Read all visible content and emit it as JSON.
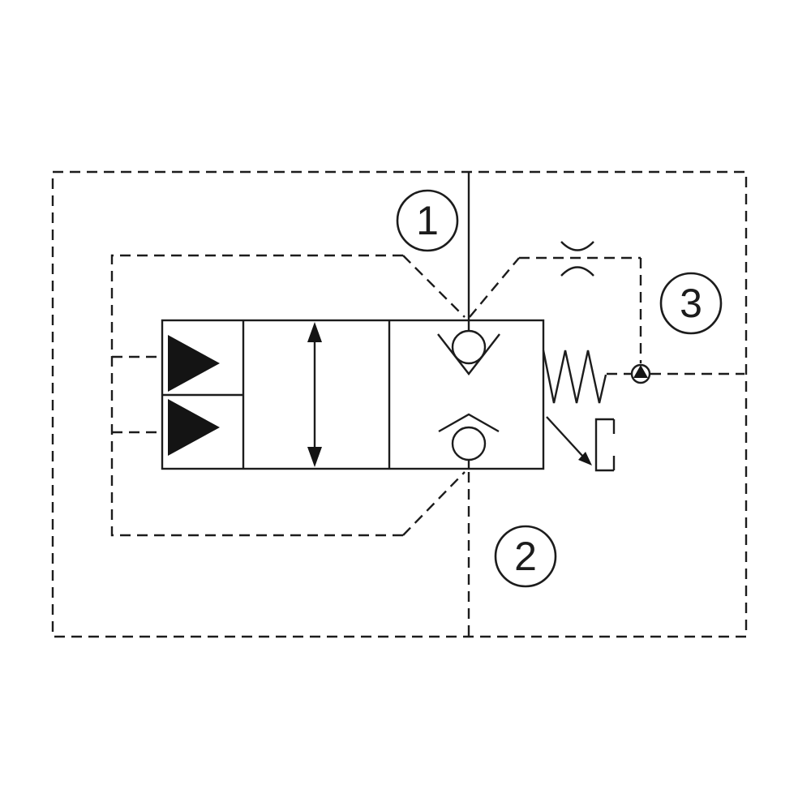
{
  "diagram": {
    "kind": "hydraulic-valve-schematic",
    "ports": [
      {
        "label": "1"
      },
      {
        "label": "2"
      },
      {
        "label": "3"
      }
    ],
    "colors": {
      "line": "#1c1c1c",
      "fill": "#141414",
      "background": "#ffffff"
    }
  }
}
